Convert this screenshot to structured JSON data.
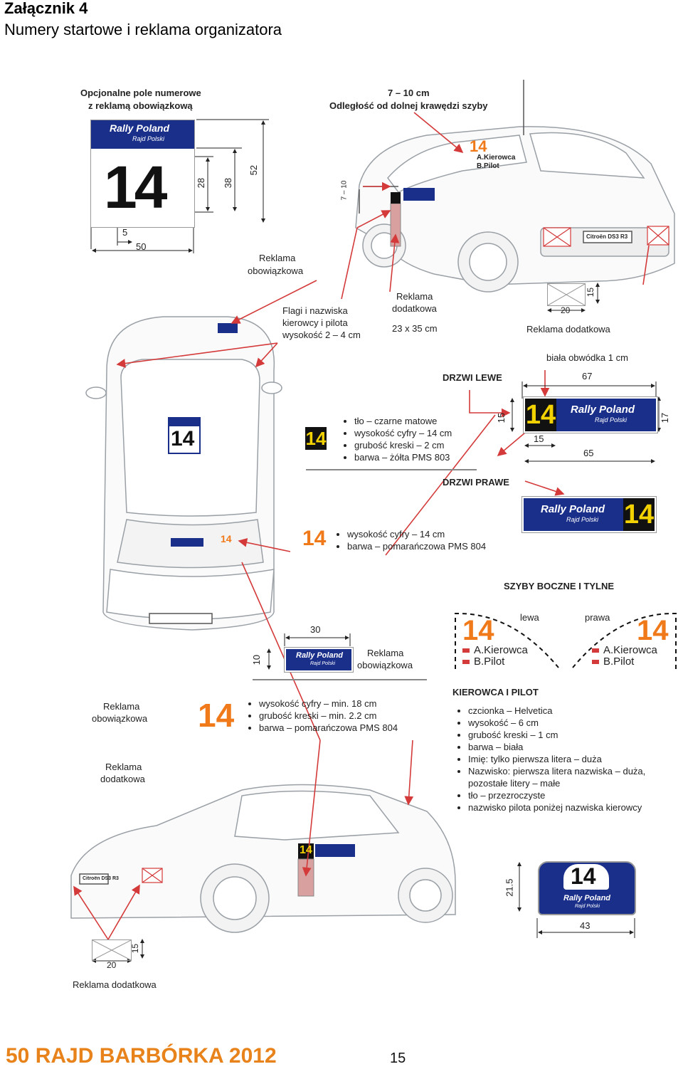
{
  "header": {
    "title": "Załącznik 4",
    "subtitle": "Numery startowe i reklama organizatora"
  },
  "top_left": {
    "optional_field": [
      "Opcjonalne pole numerowe",
      "z reklamą obowiązkową"
    ],
    "plate_brand": "Rally Poland",
    "plate_sub": "Rajd Polski",
    "number": "14",
    "dims": {
      "d28": "28",
      "d38": "38",
      "d52": "52",
      "d5": "5",
      "d50": "50"
    },
    "ad_mandatory": [
      "Reklama",
      "obowiązkowa"
    ]
  },
  "top_right": {
    "distance": "7 – 10 cm",
    "distance_desc": "Odległość od dolnej krawędzi szyby",
    "side_dim": "7 – 10",
    "car_plate_text": "Citroën DS3 R3",
    "decal_names": [
      "A.Kierowca",
      "B.Pilot"
    ]
  },
  "flags": [
    "Flagi i nazwiska",
    "kierowcy i pilota",
    "wysokość 2 – 4 cm"
  ],
  "extra_ad": [
    "Reklama",
    "dodatkowa",
    "23 x 35 cm"
  ],
  "extra_ad_box": {
    "w": "20",
    "h": "15",
    "label": "Reklama dodatkowa"
  },
  "doors": {
    "white_border": "biała obwódka 1 cm",
    "left_title": "DRZWI LEWE",
    "d67": "67",
    "d15a": "15",
    "d17": "17",
    "d15b": "15",
    "d65": "65",
    "right_title": "DRZWI PRAWE",
    "plate_brand": "Rally Poland",
    "plate_sub": "Rajd Polski",
    "number": "14"
  },
  "door_spec": {
    "number": "14",
    "items": [
      "tło – czarne matowe",
      "wysokość cyfry – 14 cm",
      "grubość kreski – 2 cm",
      "barwa – żółta PMS 803"
    ]
  },
  "roof_spec": {
    "number": "14",
    "items": [
      "wysokość cyfry – 14 cm",
      "barwa – pomarańczowa PMS 804"
    ]
  },
  "windows": {
    "title": "SZYBY BOCZNE I TYLNE",
    "left": "lewa",
    "right": "prawa",
    "number": "14",
    "driver": "A.Kierowca",
    "pilot": "B.Pilot"
  },
  "windscreen": {
    "d30": "30",
    "d10": "10",
    "brand": "Rally Poland",
    "sub": "Rajd Polski",
    "label": [
      "Reklama",
      "obowiązkowa"
    ]
  },
  "bottom_left": {
    "ad_mandatory": [
      "Reklama",
      "obowiązkowa"
    ],
    "ad_extra": [
      "Reklama",
      "dodatkowa"
    ],
    "box_w": "20",
    "box_h": "15",
    "box_label": "Reklama dodatkowa",
    "car_plate": "Citroën DS3 R3"
  },
  "bottom_spec": {
    "number": "14",
    "items": [
      "wysokość cyfry – min. 18 cm",
      "grubość kreski – min. 2.2 cm",
      "barwa – pomarańczowa PMS 804"
    ]
  },
  "crew": {
    "title": "KIEROWCA I PILOT",
    "items": [
      "czcionka – Helvetica",
      "wysokość – 6 cm",
      "grubość kreski – 1 cm",
      "barwa – biała",
      "Imię: tylko pierwsza litera – duża",
      "Nazwisko: pierwsza litera nazwiska – duża,",
      "pozostałe litery – małe",
      "tło – przezroczyste",
      "nazwisko pilota poniżej nazwiska kierowcy"
    ]
  },
  "side_plate": {
    "number": "14",
    "brand": "Rally Poland",
    "sub": "Rajd Polski",
    "d215": "21.5",
    "d43": "43"
  },
  "footer": {
    "event": "50 RAJD BARBÓRKA 2012",
    "page": "15"
  },
  "colors": {
    "plate_blue": "#1a2f8a",
    "orange": "#f07a1a",
    "yellow": "#f2d200",
    "arrow_red": "#d43a3a",
    "footer_orange": "#e8821a"
  }
}
